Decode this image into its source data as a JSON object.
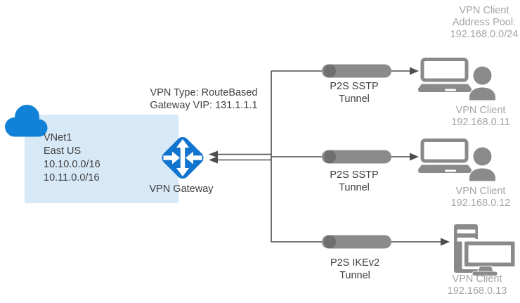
{
  "colors": {
    "cloud_blue": "#1182d8",
    "gateway_blue": "#1174cf",
    "vnet_fill": "#d7e8f7",
    "icon_gray": "#8a8a8a",
    "pipe_gray": "#8b8b8b",
    "pipe_end_gray": "#6f6f6f",
    "connector_gray": "#4d4d4d",
    "text_dark": "#3f3f3f",
    "text_gray": "#a5a5a5"
  },
  "vnet": {
    "icon": "cloud-icon",
    "name": "VNet1",
    "region": "East US",
    "address_space_1": "10.10.0.0/16",
    "address_space_2": "10.11.0.0/16"
  },
  "gateway": {
    "icon": "vpn-gateway-icon",
    "label": "VPN Gateway",
    "info_line_1": "VPN Type: RouteBased",
    "info_line_2": "Gateway VIP: 131.1.1.1"
  },
  "address_pool": {
    "line_1": "VPN Client",
    "line_2": "Address Pool:",
    "line_3": "192.168.0.0/24"
  },
  "tunnels": [
    {
      "icon": "tunnel-pipe-icon",
      "line_1": "P2S SSTP",
      "line_2": "Tunnel"
    },
    {
      "icon": "tunnel-pipe-icon",
      "line_1": "P2S SSTP",
      "line_2": "Tunnel"
    },
    {
      "icon": "tunnel-pipe-icon",
      "line_1": "P2S IKEv2",
      "line_2": "Tunnel"
    }
  ],
  "clients": [
    {
      "icon": "laptop-user-icon",
      "label": "VPN Client",
      "ip": "192.168.0.11"
    },
    {
      "icon": "laptop-user-icon",
      "label": "VPN Client",
      "ip": "192.168.0.12"
    },
    {
      "icon": "desktop-computer-icon",
      "label": "VPN Client",
      "ip": "192.168.0.13"
    }
  ]
}
